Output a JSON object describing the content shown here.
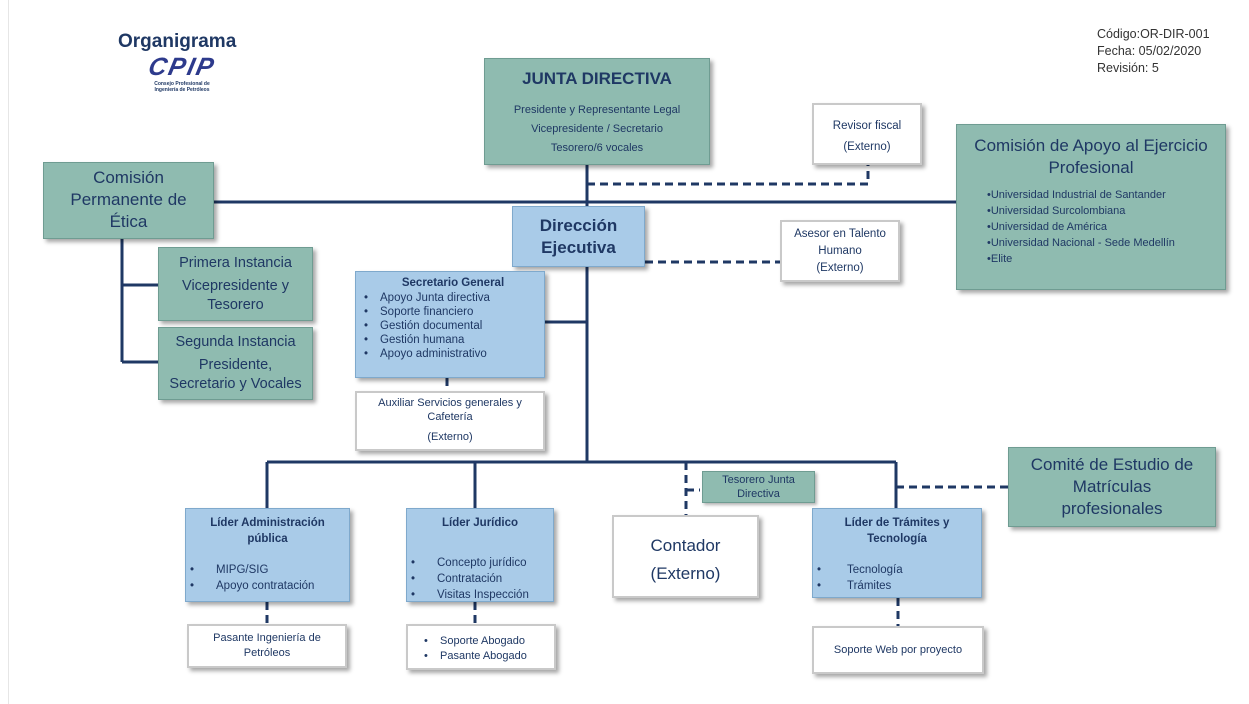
{
  "header": {
    "title": "Organigrama",
    "logo_text": "CPIP",
    "logo_sub_1": "Consejo Profesional de",
    "logo_sub_2": "Ingeniería de Petróleos",
    "code": "Código:OR-DIR-001",
    "date": "Fecha: 05/02/2020",
    "revision": "Revisión: 5"
  },
  "junta": {
    "title": "JUNTA DIRECTIVA",
    "lines": [
      "Presidente y Representante Legal",
      "Vicepresidente / Secretario",
      "Tesorero/6 vocales"
    ]
  },
  "revisor": {
    "title": "Revisor fiscal",
    "note": "(Externo)"
  },
  "comision_apoyo": {
    "title": "Comisión de Apoyo al Ejercicio Profesional",
    "items": [
      "Universidad Industrial de Santander",
      "Universidad Surcolombiana",
      "Universidad de América",
      "Universidad Nacional - Sede Medellín",
      "Elite"
    ]
  },
  "etica": {
    "title_lines": [
      "Comisión",
      "Permanente de",
      "Ética"
    ],
    "primera": {
      "title": "Primera Instancia",
      "lines": [
        "Vicepresidente y",
        "Tesorero"
      ]
    },
    "segunda": {
      "title": "Segunda Instancia",
      "lines": [
        "Presidente,",
        "Secretario y Vocales"
      ]
    }
  },
  "direccion": {
    "lines": [
      "Dirección",
      "Ejecutiva"
    ]
  },
  "asesor": {
    "lines": [
      "Asesor en Talento",
      "Humano",
      "(Externo)"
    ]
  },
  "secretario": {
    "title": "Secretario General",
    "items": [
      "Apoyo Junta directiva",
      "Soporte financiero",
      "Gestión documental",
      "Gestión humana",
      "Apoyo administrativo"
    ]
  },
  "auxiliar": {
    "lines": [
      "Auxiliar Servicios generales y",
      "Cafetería"
    ],
    "note": "(Externo)"
  },
  "tesorero_junta": {
    "lines": [
      "Tesorero Junta",
      "Directiva"
    ]
  },
  "comite": {
    "lines": [
      "Comité de Estudio de",
      "Matrículas",
      "profesionales"
    ]
  },
  "lider_admin": {
    "title_lines": [
      "Líder Administración",
      "pública"
    ],
    "items": [
      "MIPG/SIG",
      "Apoyo contratación"
    ]
  },
  "lider_juridico": {
    "title": "Líder Jurídico",
    "items": [
      "Concepto jurídico",
      "Contratación",
      "Visitas Inspección"
    ]
  },
  "contador": {
    "title": "Contador",
    "note": "(Externo)"
  },
  "lider_tramites": {
    "title_lines": [
      "Líder de Trámites y",
      "Tecnología"
    ],
    "items": [
      "Tecnología",
      "Trámites"
    ]
  },
  "pasante_ing": {
    "lines": [
      "Pasante Ingeniería de",
      "Petróleos"
    ]
  },
  "soporte_abogado": {
    "items": [
      "Soporte Abogado",
      "Pasante Abogado"
    ]
  },
  "soporte_web": {
    "text": "Soporte Web por proyecto"
  },
  "colors": {
    "navy": "#1f3864",
    "teal": "#8fbbb0",
    "light_blue": "#a9cbe8"
  }
}
